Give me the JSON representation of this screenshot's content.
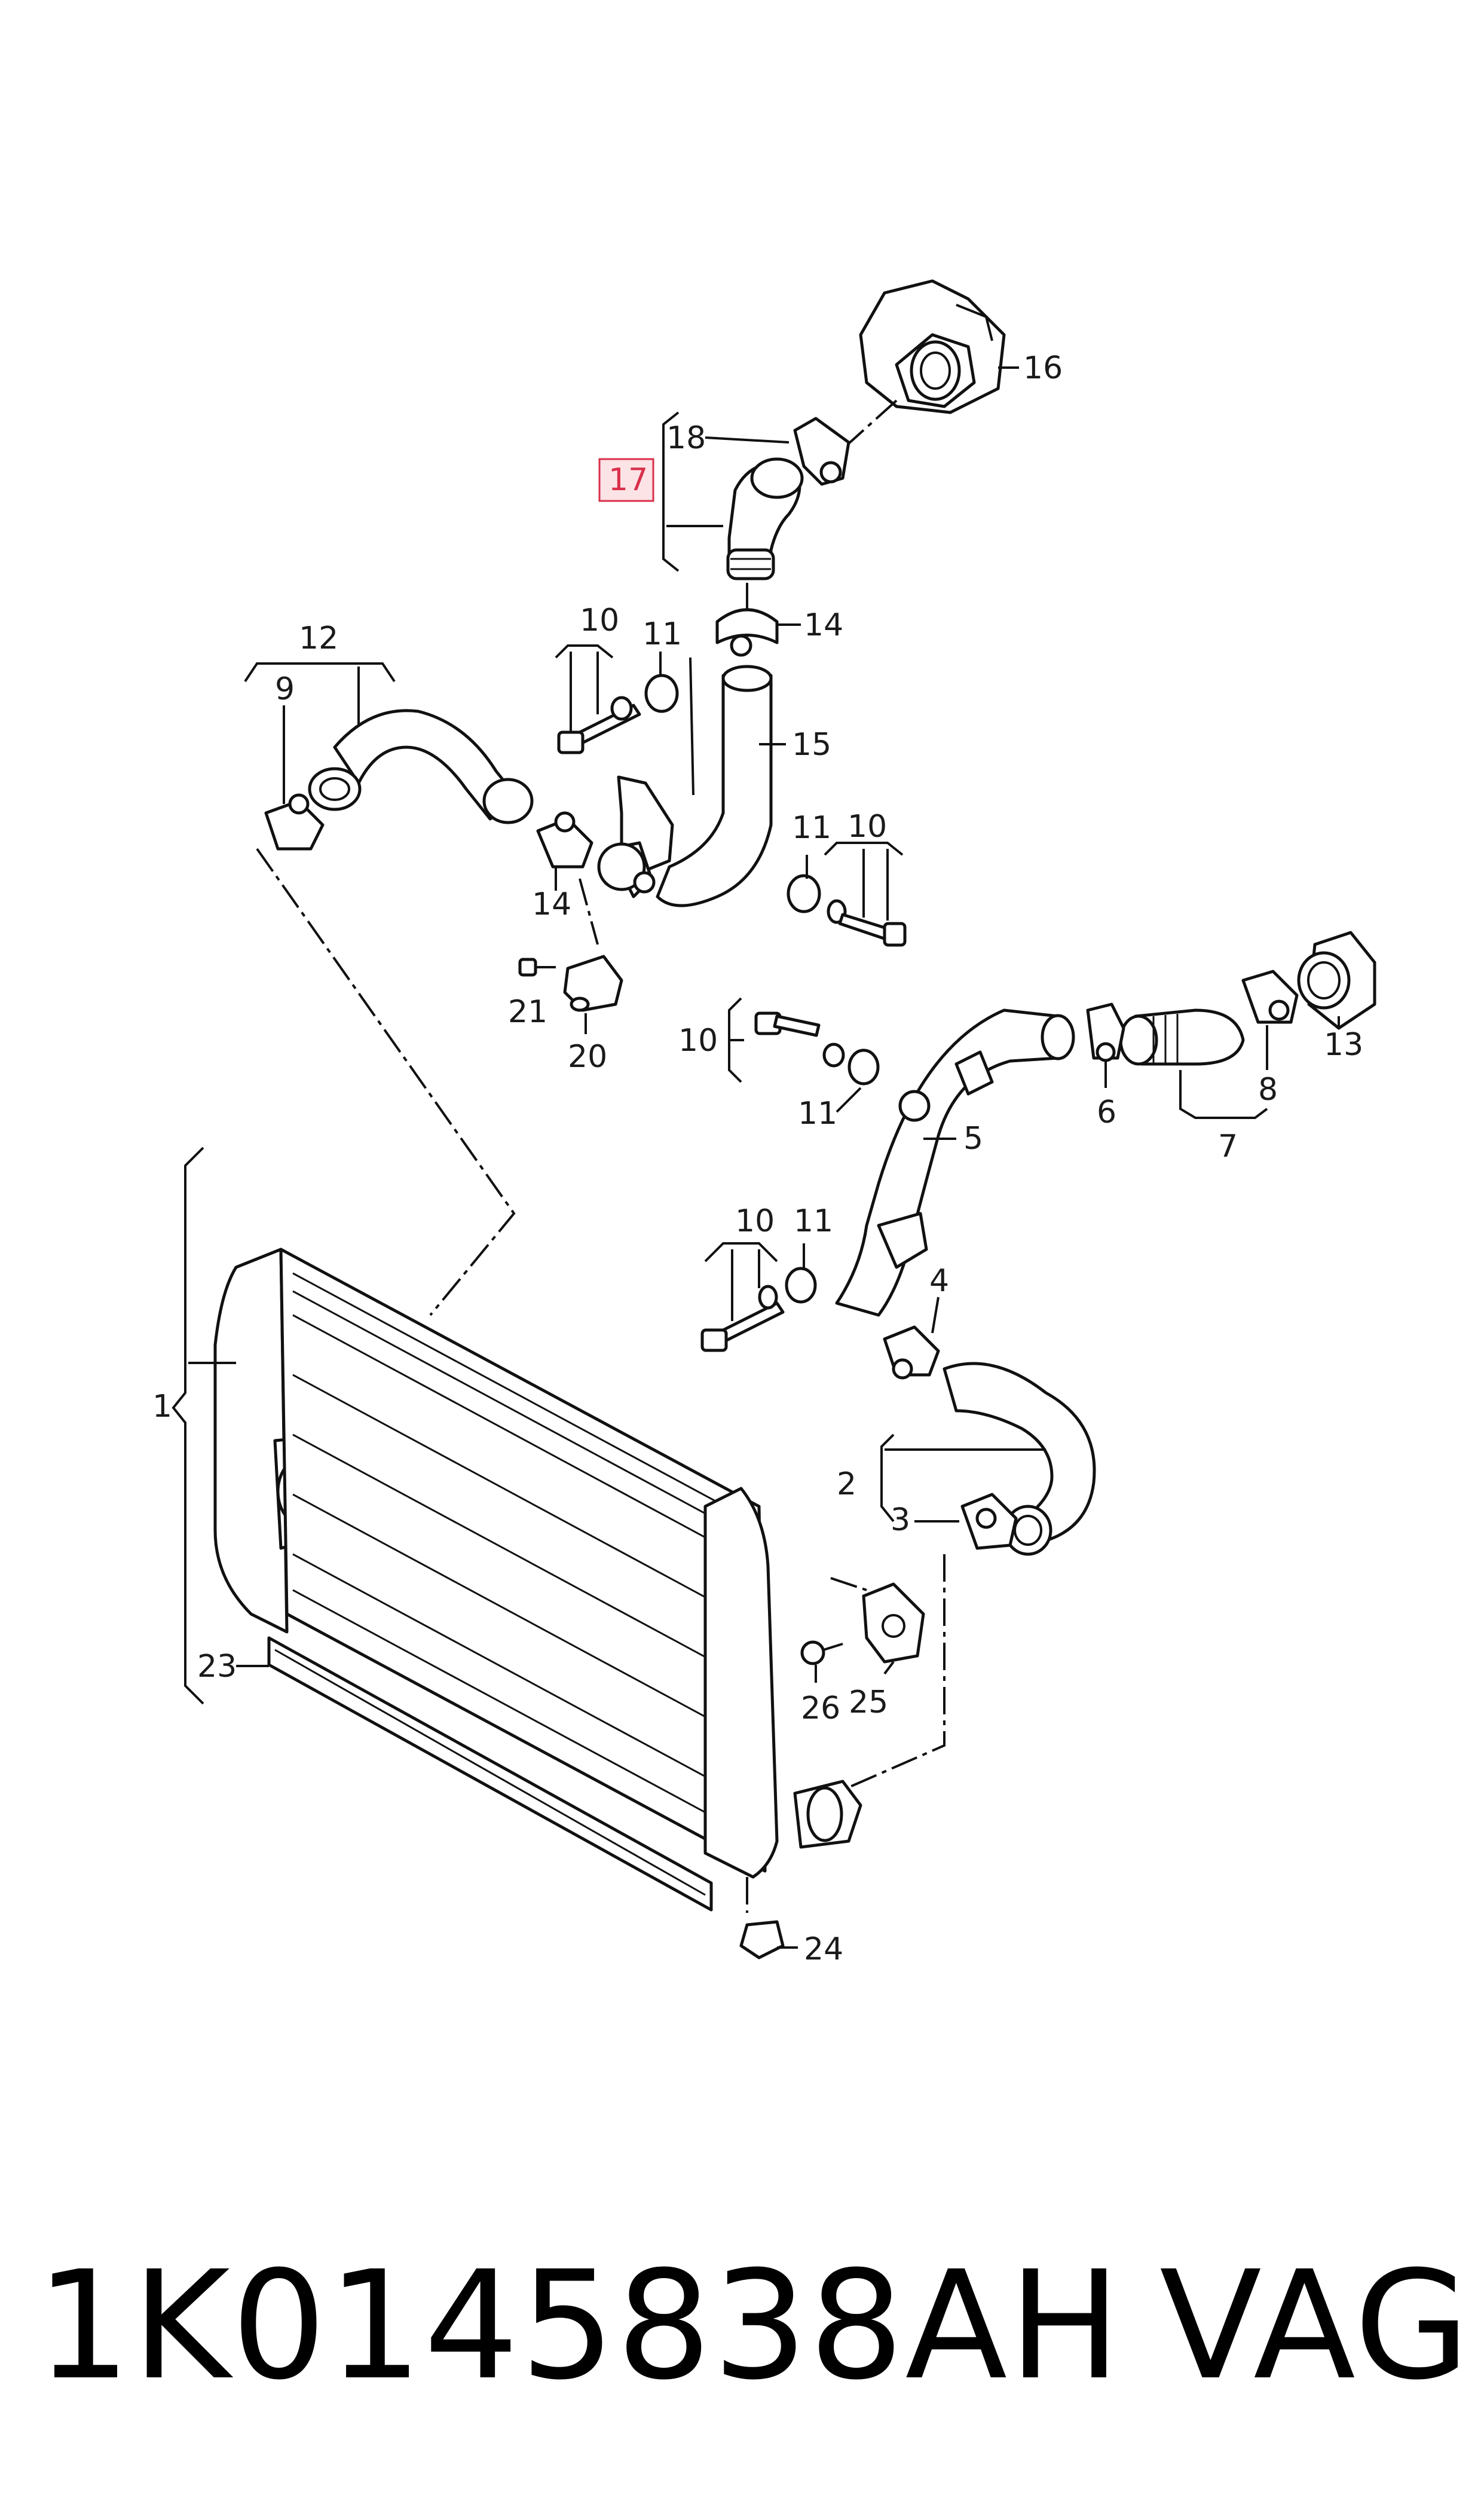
{
  "diagram": {
    "highlighted_label": "17",
    "labels": {
      "p1": "1",
      "p2": "2",
      "p3": "3",
      "p4": "4",
      "p5": "5",
      "p6": "6",
      "p7": "7",
      "p8": "8",
      "p9": "9",
      "p10": "10",
      "p11": "11",
      "p12": "12",
      "p13": "13",
      "p14": "14",
      "p15": "15",
      "p16": "16",
      "p17": "17",
      "p18": "18",
      "p20": "20",
      "p21": "21",
      "p23": "23",
      "p24": "24",
      "p25": "25",
      "p26": "26"
    },
    "colors": {
      "line": "#111111",
      "highlight_text": "#d9304a",
      "highlight_box": "#fce3e6"
    }
  },
  "footer": {
    "part_number": "1K0145838AH",
    "brand": "VAG"
  }
}
